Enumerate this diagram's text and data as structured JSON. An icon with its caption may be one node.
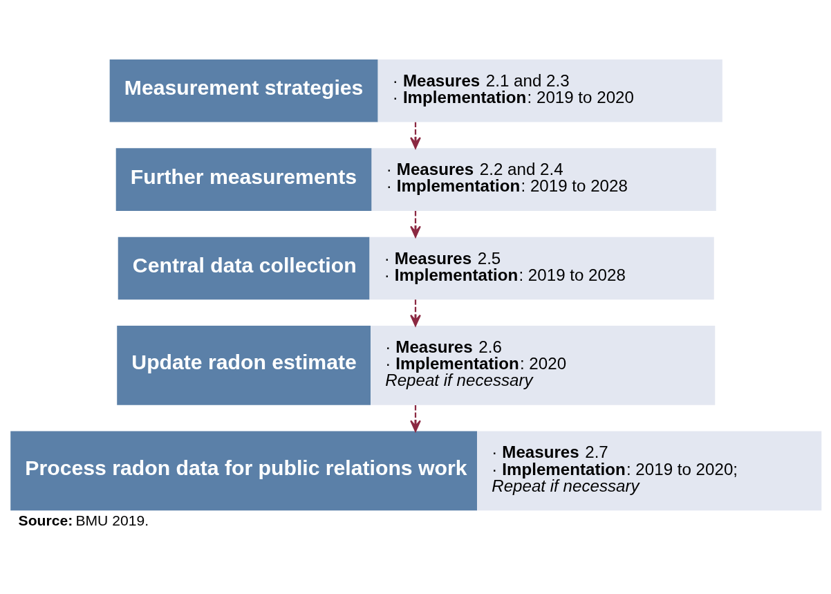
{
  "diagram": {
    "caption": "**Source:** BMU 2019.",
    "nodes": [
      {
        "text": [
          "Measurement strategies",
          "· **Measures** 2.1 and 2.3",
          "· **Implementation**: 2019 to 2020"
        ]
      },
      {
        "text": [
          "Further measurements",
          "· **Measures** 2.2 and 2.4",
          "· **Implementation**: 2019 to 2028"
        ]
      },
      {
        "text": [
          "Central data collection",
          "· **Measures** 2.5",
          "· **Implementation**: 2019 to 2028"
        ]
      },
      {
        "text": [
          "Update radon estimate",
          "· **Measures** 2.6",
          "· **Implementation**: 2020",
          "*Repeat if necessary*"
        ]
      },
      {
        "text": [
          "Process radon data for public relations work",
          "· **Measures** 2.7",
          "· **Implementation**: 2019 to 2020;",
          "*Repeat if necessary*"
        ]
      }
    ],
    "edges": [
      {
        "from": 0,
        "to": 1,
        "arrow": "to",
        "style": "dashed"
      },
      {
        "from": 1,
        "to": 2,
        "arrow": "to",
        "style": "dashed"
      },
      {
        "from": 2,
        "to": 3,
        "arrow": "to",
        "style": "dashed"
      },
      {
        "from": 3,
        "to": 4,
        "arrow": "to",
        "style": "dashed"
      }
    ]
  }
}
